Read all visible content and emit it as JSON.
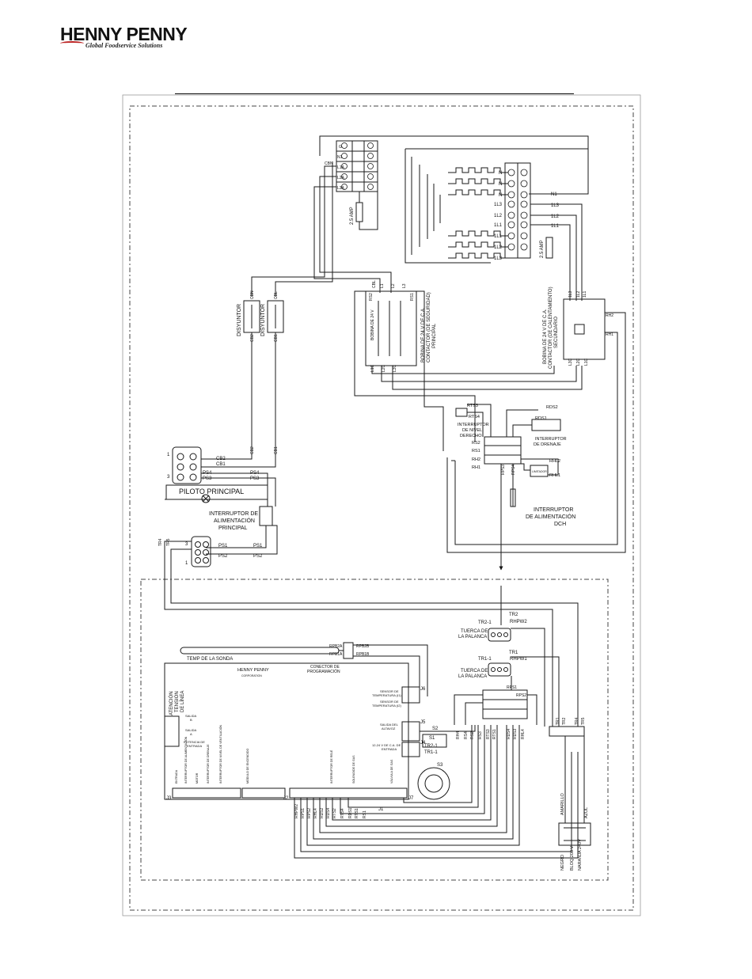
{
  "logo": {
    "brand": "HENNY PENNY",
    "tagline": "Global Foodservice Solutions",
    "tm": "TM"
  },
  "terminal_block_top": {
    "rows": [
      "G",
      "N1",
      "L1A",
      "L2A",
      "L3A"
    ],
    "wire": "CBN",
    "fuse": "2.5 AMP"
  },
  "heating_block": {
    "rows": [
      "N",
      "N",
      "N",
      "1L3",
      "1L2",
      "1L1",
      "1L1",
      "1L2",
      "1L3"
    ],
    "outputs": [
      "N1",
      "1L3",
      "1L2",
      "1L1"
    ],
    "fuse": "2.5 AMP"
  },
  "breakers": {
    "left": {
      "label": "DISYUNTOR",
      "top": "CBN",
      "bottom": "CB2"
    },
    "right": {
      "label": "DISYUNTOR",
      "top": "CBL",
      "bottom": "CB1"
    }
  },
  "contactor_main": {
    "top_labels": [
      "CBL",
      "L1",
      "L2",
      "L3"
    ],
    "coil_terms": [
      "RS2",
      "RS1"
    ],
    "coil_inner": "BOBINA DE 24 V",
    "bottom_labels": [
      "L1C",
      "L2C",
      "L3C"
    ],
    "title": [
      "BOBINA DE 24 V DE C.A.",
      "CONTACTOR (DE SEGURIDAD)",
      "PRINCIPAL"
    ]
  },
  "contactor_secondary": {
    "top_labels": [
      "1L3",
      "1L2",
      "1L1"
    ],
    "terms": [
      "RH2",
      "RH1"
    ],
    "bottom_labels": [
      "L3C",
      "L2C",
      "L1C"
    ],
    "title": [
      "BOBINA DE 24 V DE C.A.",
      "CONTACTOR (DE CALENTAMIENTO)",
      "SECUNDARIO"
    ]
  },
  "level_switch": {
    "terms": [
      "RTS3",
      "RTS4"
    ],
    "label": [
      "INTERRUPTOR",
      "DE NIVEL",
      "DERECHO"
    ]
  },
  "drain_switch": {
    "terms": [
      "RDS2",
      "RDS1"
    ],
    "label": [
      "INTERRUPTOR",
      "DE DRENAJE"
    ]
  },
  "dch_connector": {
    "left": [
      "RS2",
      "RS1",
      "RH2",
      "RH1"
    ],
    "below": [
      "RPS3",
      "RPS4"
    ],
    "right": [
      "RHL2",
      "RHL1"
    ],
    "limit": "LIMITADOR"
  },
  "dch_switch": {
    "label": [
      "INTERRUPTOR",
      "DE ALIMENTACIÓN",
      "DCH"
    ]
  },
  "plug_left": {
    "pins": [
      "1",
      "3"
    ],
    "wires": [
      "CB2",
      "CB1",
      "PS4",
      "PS3"
    ],
    "wire_labels": [
      "CB2",
      "CB1",
      "PS4",
      "PS3"
    ]
  },
  "pilot": {
    "label": "PILOTO PRINCIPAL"
  },
  "main_switch": {
    "label": [
      "INTERRUPTOR DE",
      "ALIMENTACIÓN",
      "PRINCIPAL"
    ]
  },
  "plug_bottom": {
    "pins": [
      "3",
      "1"
    ],
    "side": [
      "TR4",
      "TR5"
    ],
    "wires": [
      "PS1",
      "PS2"
    ],
    "wire_labels": [
      "PS1",
      "PS2"
    ]
  },
  "lever_nuts": {
    "upper": {
      "tr": "TR2",
      "tag": "TR2-1",
      "wire": "RHPW2",
      "label": [
        "TUERCA DE",
        "LA PALANCA"
      ]
    },
    "lower": {
      "tr": "TR1",
      "tag": "TR1-1",
      "wire": "RHPW1",
      "label": [
        "TUERCA DE",
        "LA PALANCA"
      ]
    }
  },
  "probe": {
    "label": "TEMP DE LA SONDA",
    "wires": [
      "RPB2A",
      "RPB1A",
      "RPB2B",
      "RPB1B"
    ]
  },
  "control_board": {
    "brand": "HENNY PENNY",
    "brand_sub": "CORPORATION",
    "connector": [
      "CONECTOR DE",
      "PROGRAMACIÓN"
    ],
    "side_title": [
      "ATENCIÓN",
      "TENSIÓN",
      "DE LÍNEA"
    ],
    "salida_b": [
      "SALIDA",
      "B"
    ],
    "salida_a": [
      "SALIDA",
      "A"
    ],
    "input_power": [
      "POTENCIA DE",
      "ENTRADA"
    ],
    "sensor1": [
      "SENSOR DE",
      "TEMPERATURA (I1)"
    ],
    "sensor2": [
      "SENSOR DE",
      "TEMPERATURA (I2)"
    ],
    "speaker": [
      "SALIDA DEL",
      "ALTAVOZ"
    ],
    "vac_input": [
      "12-24 V DE C.A. DE",
      "ENTRADA"
    ],
    "j_labels": [
      "J6",
      "J5",
      "J4",
      "J3",
      "J2",
      "J1",
      "J7"
    ],
    "bottom_labels": [
      "ENTRADA",
      "INTERRUPTOR DE ALIMENTACIÓN",
      "MOTOR",
      "INTERRUPTOR DE DRENAJE",
      "INTERRUPTOR DE NIVEL DE VENTILACIÓN",
      "MÓDULO DE ENCENDIDO",
      "INTERRUPTOR DE RELÉ",
      "SOLENOIDE DE GAS",
      "VÁLVULA DE GAS"
    ]
  },
  "board_wires": [
    "RHPW2",
    "RPS1",
    "RPS2",
    "RHL4",
    "RDS2",
    "RDS4",
    "RTS2",
    "RTS4",
    "RDS1",
    "RTS1",
    "RS1"
  ],
  "speaker_block": {
    "label": "S2",
    "wires": [
      "S1",
      "TR2-1",
      "TR1-1",
      "S3"
    ]
  },
  "rps_connector": {
    "tags": [
      "RPS1",
      "RPS2"
    ],
    "wires": [
      "RH4",
      "RS4",
      "RS2",
      "RS3",
      "RTS3",
      "RTS1",
      "RDS4",
      "RDS3",
      "RHL4"
    ]
  },
  "side_terminal": {
    "wires": [
      "TR1",
      "TR2",
      "TR4",
      "TR5"
    ]
  },
  "transformer": {
    "wires": [
      "AMARILLO",
      "AZUL",
      "NEGRO"
    ],
    "coils": [
      "BLOQ 208 V",
      "NARANJA 240V"
    ]
  },
  "colors": {
    "line": "#1a1a1a",
    "dash": "#555555",
    "logo_red": "#b22222"
  }
}
